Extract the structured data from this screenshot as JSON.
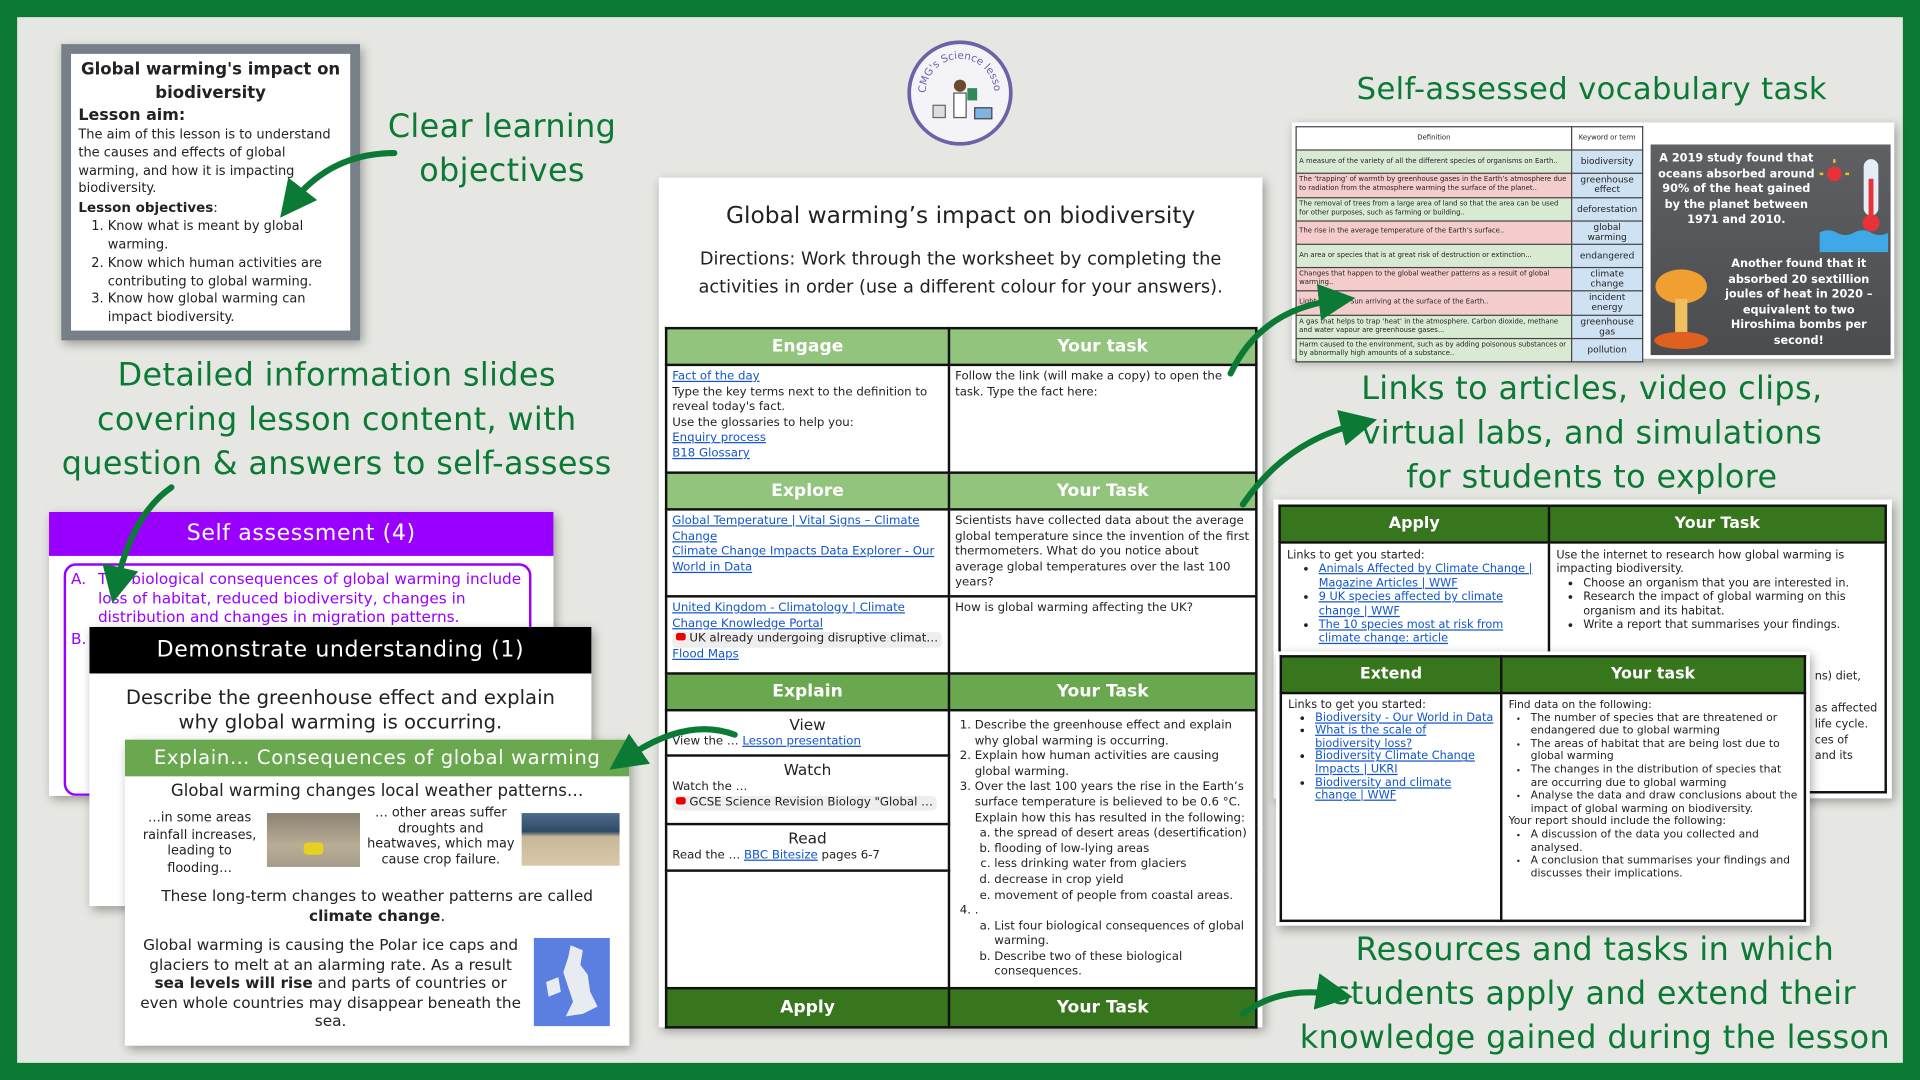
{
  "callouts": {
    "objectives": [
      "Clear learning",
      "objectives"
    ],
    "slides": [
      "Detailed information slides",
      "covering lesson content, with",
      "question & answers to self-assess"
    ],
    "vocab": "Self-assessed vocabulary task",
    "links": [
      "Links to articles, video clips,",
      "virtual labs, and simulations",
      "for students to explore"
    ],
    "resources": [
      "Resources and tasks in which",
      "students apply and extend their",
      "knowledge gained during the lesson"
    ]
  },
  "logo": {
    "text": "CMG's Science lessons"
  },
  "colors": {
    "brand_green": "#0b7a35",
    "purple": "#9900ff",
    "light_green": "#93c47d",
    "mid_green": "#6aa84f",
    "dark_green": "#38761d"
  },
  "objectives_slide": {
    "title": "Global warming's impact on biodiversity",
    "aim_heading": "Lesson aim:",
    "aim_text": "The aim of this lesson is to understand the causes and effects of global warming, and how it is impacting biodiversity.",
    "objectives_heading": "Lesson objectives",
    "objectives_colon": ":",
    "objectives": [
      "Know what is meant by global warming.",
      "Know which human activities are contributing to global warming.",
      "Know how global warming can impact biodiversity."
    ]
  },
  "self_assessment": {
    "title": "Self assessment (4)",
    "a_label": "A.",
    "a_text": "The biological consequences of global warming include loss of habitat, reduced biodiversity, changes in distribution and changes in migration patterns.",
    "b_label": "B."
  },
  "demonstrate": {
    "title": "Demonstrate understanding (1)",
    "text": "Describe the greenhouse effect and explain why global warming is occurring."
  },
  "explain_slide": {
    "title": "Explain… Consequences of global warming",
    "line1": "Global warming changes local weather patterns…",
    "flood_text": "…in some areas rainfall increases, leading to flooding…",
    "drought_text": "… other areas suffer droughts and heatwaves, which may cause crop failure.",
    "line2": "These long-term changes to weather patterns are called",
    "line2_bold": "climate change",
    "line2_end": ".",
    "line3a": "Global warming is causing the Polar ice caps and glaciers to melt at an alarming rate. As a result ",
    "line3_bold": "sea levels will rise",
    "line3b": " and parts of countries or even whole countries may disappear beneath the sea."
  },
  "worksheet": {
    "title": "Global warming’s impact on biodiversity",
    "directions": "Directions: Work through the worksheet by completing the activities in order (use a different colour for your answers).",
    "engage": {
      "header": "Engage",
      "task_header": "Your task",
      "link1": "Fact of the day",
      "text1": "Type the key terms next to the definition to reveal today's fact.",
      "text2": "Use the glossaries to help you:",
      "link2": "Enquiry process",
      "link3": "B18 Glossary",
      "task": "Follow the link (will make a copy) to open the task. Type the fact here:"
    },
    "explore": {
      "header": "Explore",
      "task_header": "Your Task",
      "link1": "Global Temperature | Vital Signs – Climate Change",
      "link2": "Climate Change Impacts Data Explorer - Our World in Data",
      "task1": "Scientists have collected data about the average global temperature since the invention of the first thermometers. What do you notice about average global temperatures over the last 100 years?",
      "link3": "United Kingdom - Climatology | Climate Change Knowledge Portal",
      "video": "UK already undergoing disruptive climat…",
      "link4": "Flood Maps",
      "task2": "How is global warming affecting the UK?"
    },
    "explain": {
      "header": "Explain",
      "task_header": "Your Task",
      "view_title": "View",
      "view_text": "View the … ",
      "view_link": "Lesson presentation",
      "watch_title": "Watch",
      "watch_text": "Watch the …",
      "watch_video": "GCSE Science Revision Biology \"Global …",
      "read_title": "Read",
      "read_text": "Read the … ",
      "read_link": "BBC Bitesize",
      "read_end": " pages 6-7",
      "tasks": [
        "Describe the greenhouse effect and explain why global warming is occurring.",
        "Explain how human activities are causing global warming.",
        "Over the last 100 years the rise in the Earth’s surface temperature is believed to be 0.6 °C. Explain how this has resulted in the following:",
        "."
      ],
      "task3_sub": [
        "the spread of desert areas (desertification)",
        "flooding of low-lying areas",
        "less drinking water from glaciers",
        "decrease in crop yield",
        "movement of people from coastal areas."
      ],
      "task4_sub": [
        "List four biological consequences of global warming.",
        "Describe two of these biological consequences."
      ]
    },
    "apply": {
      "header": "Apply",
      "task_header": "Your Task"
    }
  },
  "vocab": {
    "headers": [
      "Definition",
      "Keyword or term"
    ],
    "rows": [
      {
        "def": "A measure of the variety of all the different species of organisms on Earth..",
        "term": "biodiversity",
        "color": "green"
      },
      {
        "def": "The ‘trapping’ of warmth by greenhouse gases in the Earth’s atmosphere due to radiation from the atmosphere warming the surface of the planet..",
        "term": "greenhouse effect",
        "color": "pink"
      },
      {
        "def": "The removal of trees from a large area of land so that the area can be used for other purposes, such as farming or building..",
        "term": "deforestation",
        "color": "green"
      },
      {
        "def": "The rise in the average temperature of the Earth’s surface..",
        "term": "global warming",
        "color": "pink"
      },
      {
        "def": "An area or species that is at great risk of destruction or extinction...",
        "term": "endangered",
        "color": "green"
      },
      {
        "def": "Changes that happen to the global weather patterns as a result of global warming..",
        "term": "climate change",
        "color": "pink"
      },
      {
        "def": "Light from the Sun arriving at the surface of the Earth..",
        "term": "incident energy",
        "color": "pink"
      },
      {
        "def": "A gas that helps to trap ‘heat’ in the atmosphere. Carbon dioxide, methane and water vapour are greenhouse gases...",
        "term": "greenhouse gas",
        "color": "green"
      },
      {
        "def": "Harm caused to the environment, such as by adding poisonous substances or by abnormally high amounts of a substance..",
        "term": "pollution",
        "color": "green"
      }
    ],
    "fact1": "A 2019 study found that oceans absorbed around 90% of the heat gained by the planet between 1971 and 2010.",
    "fact2": "Another found that it absorbed 20 sextillion joules of heat in 2020 – equivalent to two Hiroshima bombs per second!"
  },
  "apply_card": {
    "header": "Apply",
    "task_header": "Your Task",
    "intro": "Links to get you started:",
    "links": [
      "Animals Affected by Climate Change | Magazine Articles | WWF",
      "9 UK species affected by climate change | WWF",
      "The 10 species most at risk from climate change: article"
    ],
    "task_intro": "Use the internet to research how global warming is impacting biodiversity.",
    "tasks": [
      "Choose an organism that you are interested in.",
      "Research the impact of global warming on this organism and its habitat.",
      "Write a report that summarises your findings."
    ],
    "visible_fragments": [
      "ns) diet,",
      "as affected",
      "life cycle.",
      "ces of",
      "and its"
    ]
  },
  "extend_card": {
    "header": "Extend",
    "task_header": "Your task",
    "intro": "Links to get you started:",
    "links": [
      "Biodiversity - Our World in Data",
      "What is the scale of biodiversity loss?",
      "Biodiversity Climate Change Impacts | UKRI",
      "Biodiversity and climate change | WWF"
    ],
    "task_intro": "Find data on the following:",
    "tasks": [
      "The number of species that are threatened or endangered due to global warming",
      "The areas of habitat that are being lost due to global warming",
      "The changes in the distribution of species that are occurring due to global warming",
      "Analyse the data and draw conclusions about the impact of global warming on biodiversity."
    ],
    "report_intro": "Your report should include the following:",
    "report": [
      "A discussion of the data you collected and analysed.",
      "A conclusion that summarises your findings and discusses their implications."
    ]
  }
}
